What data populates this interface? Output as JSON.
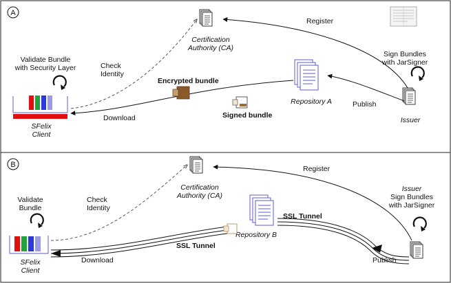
{
  "panel_a": {
    "marker": "A",
    "validate": [
      "Validate Bundle",
      "with Security Layer"
    ],
    "client": [
      "SFelix",
      "Client"
    ],
    "check": [
      "Check",
      "Identity"
    ],
    "ca": [
      "Certification",
      "Authority (CA)"
    ],
    "register": "Register",
    "encrypted": "Encrypted  bundle",
    "signed": "Signed bundle",
    "download": "Download",
    "repository": "Repository A",
    "publish": "Publish",
    "sign": [
      "Sign Bundles",
      "with JarSigner"
    ],
    "issuer": "Issuer"
  },
  "panel_b": {
    "marker": "B",
    "validate": [
      "Validate",
      "Bundle"
    ],
    "client": [
      "SFelix",
      "Client"
    ],
    "check": [
      "Check",
      "Identity"
    ],
    "ca": [
      "Certification",
      "Authority (CA)"
    ],
    "register": "Register",
    "ssl_left": "SSL Tunnel",
    "ssl_right": "SSL Tunnel",
    "download": "Download",
    "repository": "Repository B",
    "publish": "Publish",
    "issuer": "Issuer",
    "sign": [
      "Sign Bundles",
      "with JarSigner"
    ]
  },
  "colors": {
    "red": "#e01010",
    "green": "#1fa33a",
    "blue": "#2a3ad6",
    "lavender": "#9a9ae8",
    "repo": "#5b5bd6",
    "brown": "#8b5a2b",
    "sealbrown": "#a06a34"
  }
}
